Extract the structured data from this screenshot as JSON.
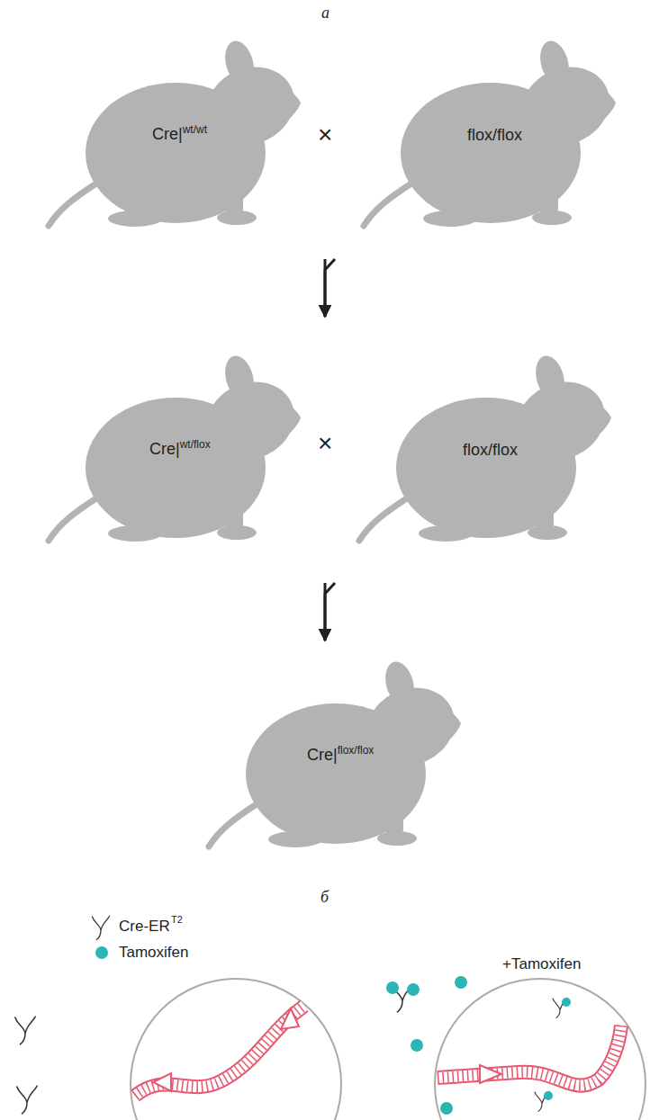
{
  "diagram": {
    "nodes": [
      {
        "text": [
          "Cre|",
          "wt/wt"
        ]
      },
      {
        "text": [
          "flox/flox"
        ]
      },
      {
        "text": [
          "Cre|",
          "wt/flox"
        ]
      },
      {
        "text": [
          "flox/flox"
        ]
      },
      {
        "text": [
          "Cre|",
          "flox/flox"
        ]
      }
    ],
    "edges": [
      {
        "from": 0,
        "to": 2,
        "arrow": "to"
      },
      {
        "from": 1,
        "to": 2,
        "arrow": "to"
      },
      {
        "from": 2,
        "to": 4,
        "arrow": "to"
      },
      {
        "from": 3,
        "to": 4,
        "arrow": "to"
      }
    ],
    "labels": [
      "a",
      "×",
      "×",
      "б",
      "T2",
      "+Tamoxifen"
    ],
    "legend": [
      {
        "text": "Cre-ER"
      },
      {
        "text": "Tamoxifen",
        "color": "#2bb5b5"
      }
    ]
  }
}
